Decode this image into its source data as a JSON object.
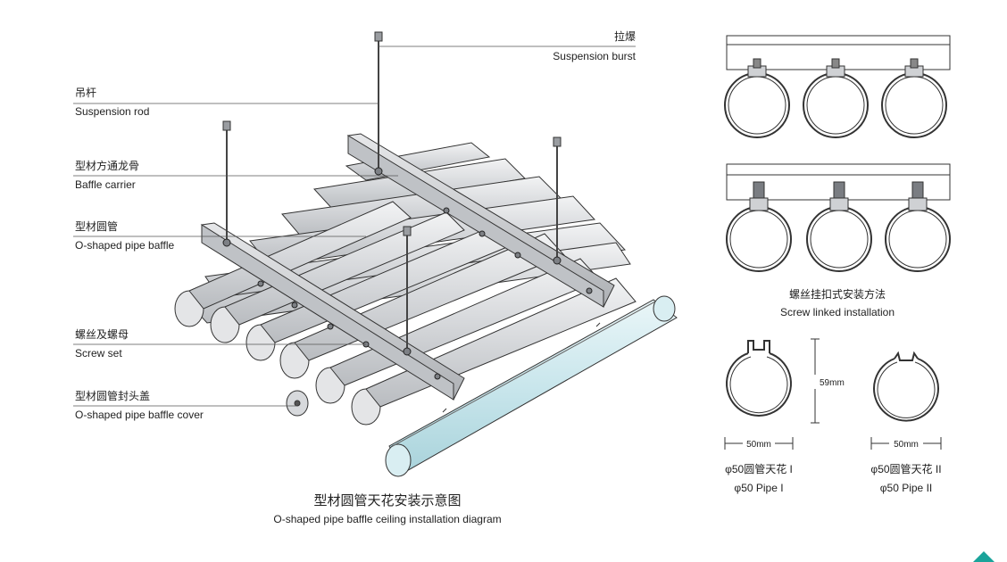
{
  "labels": {
    "suspension_burst": {
      "cn": "拉爆",
      "en": "Suspension burst"
    },
    "suspension_rod": {
      "cn": "吊杆",
      "en": "Suspension rod"
    },
    "baffle_carrier": {
      "cn": "型材方通龙骨",
      "en": "Baffle carrier"
    },
    "pipe_baffle": {
      "cn": "型材圆管",
      "en": "O-shaped pipe baffle"
    },
    "screw_set": {
      "cn": "螺丝及螺母",
      "en": "Screw set"
    },
    "baffle_cover": {
      "cn": "型材圆管封头盖",
      "en": "O-shaped pipe baffle cover"
    }
  },
  "main_caption": {
    "cn": "型材圆管天花安装示意图",
    "en": "O-shaped pipe baffle ceiling installation diagram"
  },
  "screw_caption": {
    "cn": "螺丝挂扣式安装方法",
    "en": "Screw linked installation"
  },
  "dimensions": {
    "height": "59mm",
    "width_1": "50mm",
    "width_2": "50mm"
  },
  "pipe_1": {
    "cn": "φ50圆管天花 I",
    "en": "φ50 Pipe  I"
  },
  "pipe_2": {
    "cn": "φ50圆管天花 II",
    "en": "φ50 Pipe  II"
  },
  "colors": {
    "line": "#333333",
    "rail": "#c9ccd0",
    "pipe": "#d8dadd",
    "highlight_pipe": "#cfe7ec",
    "accent": "#1aa39a"
  }
}
